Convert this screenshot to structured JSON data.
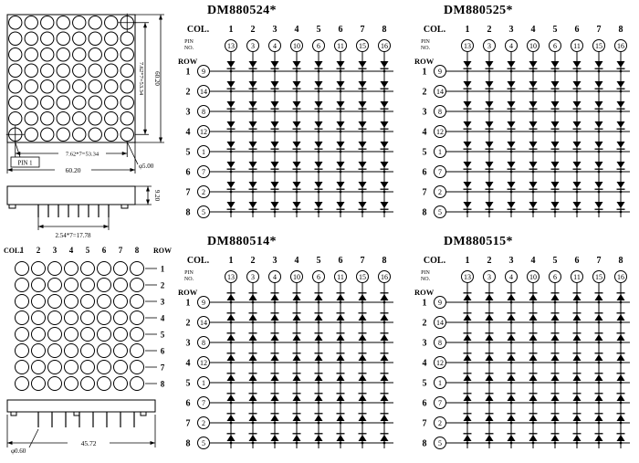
{
  "colors": {
    "ink": "#000000",
    "bg": "#ffffff"
  },
  "physical_front": {
    "rows": 8,
    "cols": 8,
    "pin1_label": "PIN 1",
    "dim_col_pitch": "7.62*7=53.34",
    "dim_width": "60.20",
    "dim_row_pitch": "7.62*7=53.34",
    "dim_height": "60.20",
    "dot_diameter": "φ5.00",
    "dim_thickness": "9.20",
    "dim_pin_pitch": "2.54*7=17.78"
  },
  "physical_back": {
    "col_label": "COL.",
    "row_label": "ROW",
    "col_numbers": [
      "1",
      "2",
      "3",
      "4",
      "5",
      "6",
      "7",
      "8"
    ],
    "row_numbers": [
      "1",
      "2",
      "3",
      "4",
      "5",
      "6",
      "7",
      "8"
    ],
    "dim_pin_diameter": "φ0.60",
    "dim_span": "45.72"
  },
  "schematics": [
    {
      "title": "DM880524*",
      "col_label": "COL.",
      "pin_no_label": "PIN NO.",
      "row_label": "ROW",
      "col_numbers": [
        "1",
        "2",
        "3",
        "4",
        "5",
        "6",
        "7",
        "8"
      ],
      "col_pins": [
        "13",
        "3",
        "4",
        "10",
        "6",
        "11",
        "15",
        "16"
      ],
      "row_numbers": [
        "1",
        "2",
        "3",
        "4",
        "5",
        "6",
        "7",
        "8"
      ],
      "row_pins": [
        "9",
        "14",
        "8",
        "12",
        "1",
        "7",
        "2",
        "5"
      ],
      "diode": "down"
    },
    {
      "title": "DM880525*",
      "col_label": "COL.",
      "pin_no_label": "PIN NO.",
      "row_label": "ROW",
      "col_numbers": [
        "1",
        "2",
        "3",
        "4",
        "5",
        "6",
        "7",
        "8"
      ],
      "col_pins": [
        "13",
        "3",
        "4",
        "10",
        "6",
        "11",
        "15",
        "16"
      ],
      "row_numbers": [
        "1",
        "2",
        "3",
        "4",
        "5",
        "6",
        "7",
        "8"
      ],
      "row_pins": [
        "9",
        "14",
        "8",
        "12",
        "1",
        "7",
        "2",
        "5"
      ],
      "diode": "down"
    },
    {
      "title": "DM880514*",
      "col_label": "COL.",
      "pin_no_label": "PIN NO.",
      "row_label": "ROW",
      "col_numbers": [
        "1",
        "2",
        "3",
        "4",
        "5",
        "6",
        "7",
        "8"
      ],
      "col_pins": [
        "13",
        "3",
        "4",
        "10",
        "6",
        "11",
        "15",
        "16"
      ],
      "row_numbers": [
        "1",
        "2",
        "3",
        "4",
        "5",
        "6",
        "7",
        "8"
      ],
      "row_pins": [
        "9",
        "14",
        "8",
        "12",
        "1",
        "7",
        "2",
        "5"
      ],
      "diode": "up"
    },
    {
      "title": "DM880515*",
      "col_label": "COL.",
      "pin_no_label": "PIN NO.",
      "row_label": "ROW",
      "col_numbers": [
        "1",
        "2",
        "3",
        "4",
        "5",
        "6",
        "7",
        "8"
      ],
      "col_pins": [
        "13",
        "3",
        "4",
        "10",
        "6",
        "11",
        "15",
        "16"
      ],
      "row_numbers": [
        "1",
        "2",
        "3",
        "4",
        "5",
        "6",
        "7",
        "8"
      ],
      "row_pins": [
        "9",
        "14",
        "8",
        "12",
        "1",
        "7",
        "2",
        "5"
      ],
      "diode": "up"
    }
  ]
}
